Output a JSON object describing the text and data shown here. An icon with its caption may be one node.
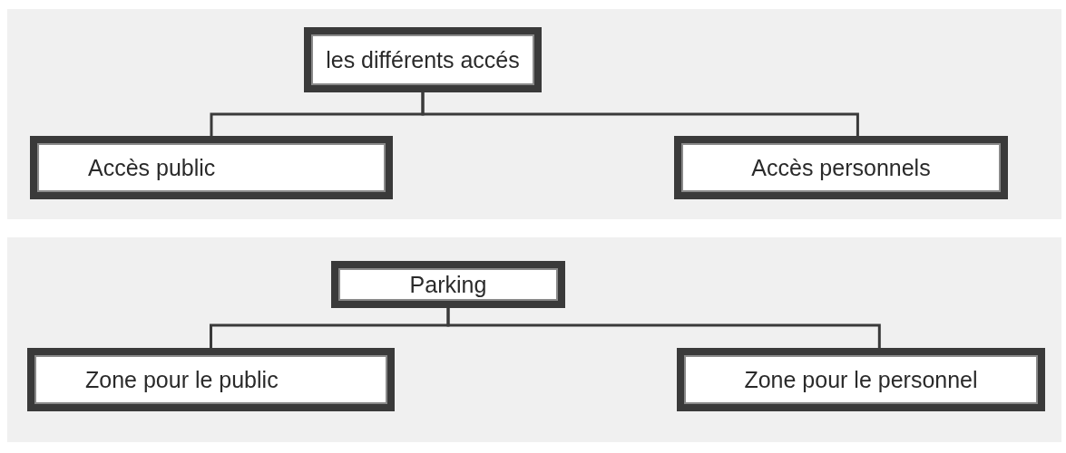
{
  "diagram": {
    "nodes": [
      {
        "text": [
          "les différents accés"
        ]
      },
      {
        "text": [
          "Accès public"
        ]
      },
      {
        "text": [
          "Accès personnels"
        ]
      },
      {
        "text": [
          "Parking"
        ]
      },
      {
        "text": [
          "Zone pour le public"
        ]
      },
      {
        "text": [
          "Zone pour le personnel"
        ]
      }
    ],
    "edges": [
      {
        "from": 0,
        "to": 1,
        "arrow": "none"
      },
      {
        "from": 0,
        "to": 2,
        "arrow": "none"
      },
      {
        "from": 3,
        "to": 4,
        "arrow": "none"
      },
      {
        "from": 3,
        "to": 5,
        "arrow": "none"
      }
    ]
  }
}
